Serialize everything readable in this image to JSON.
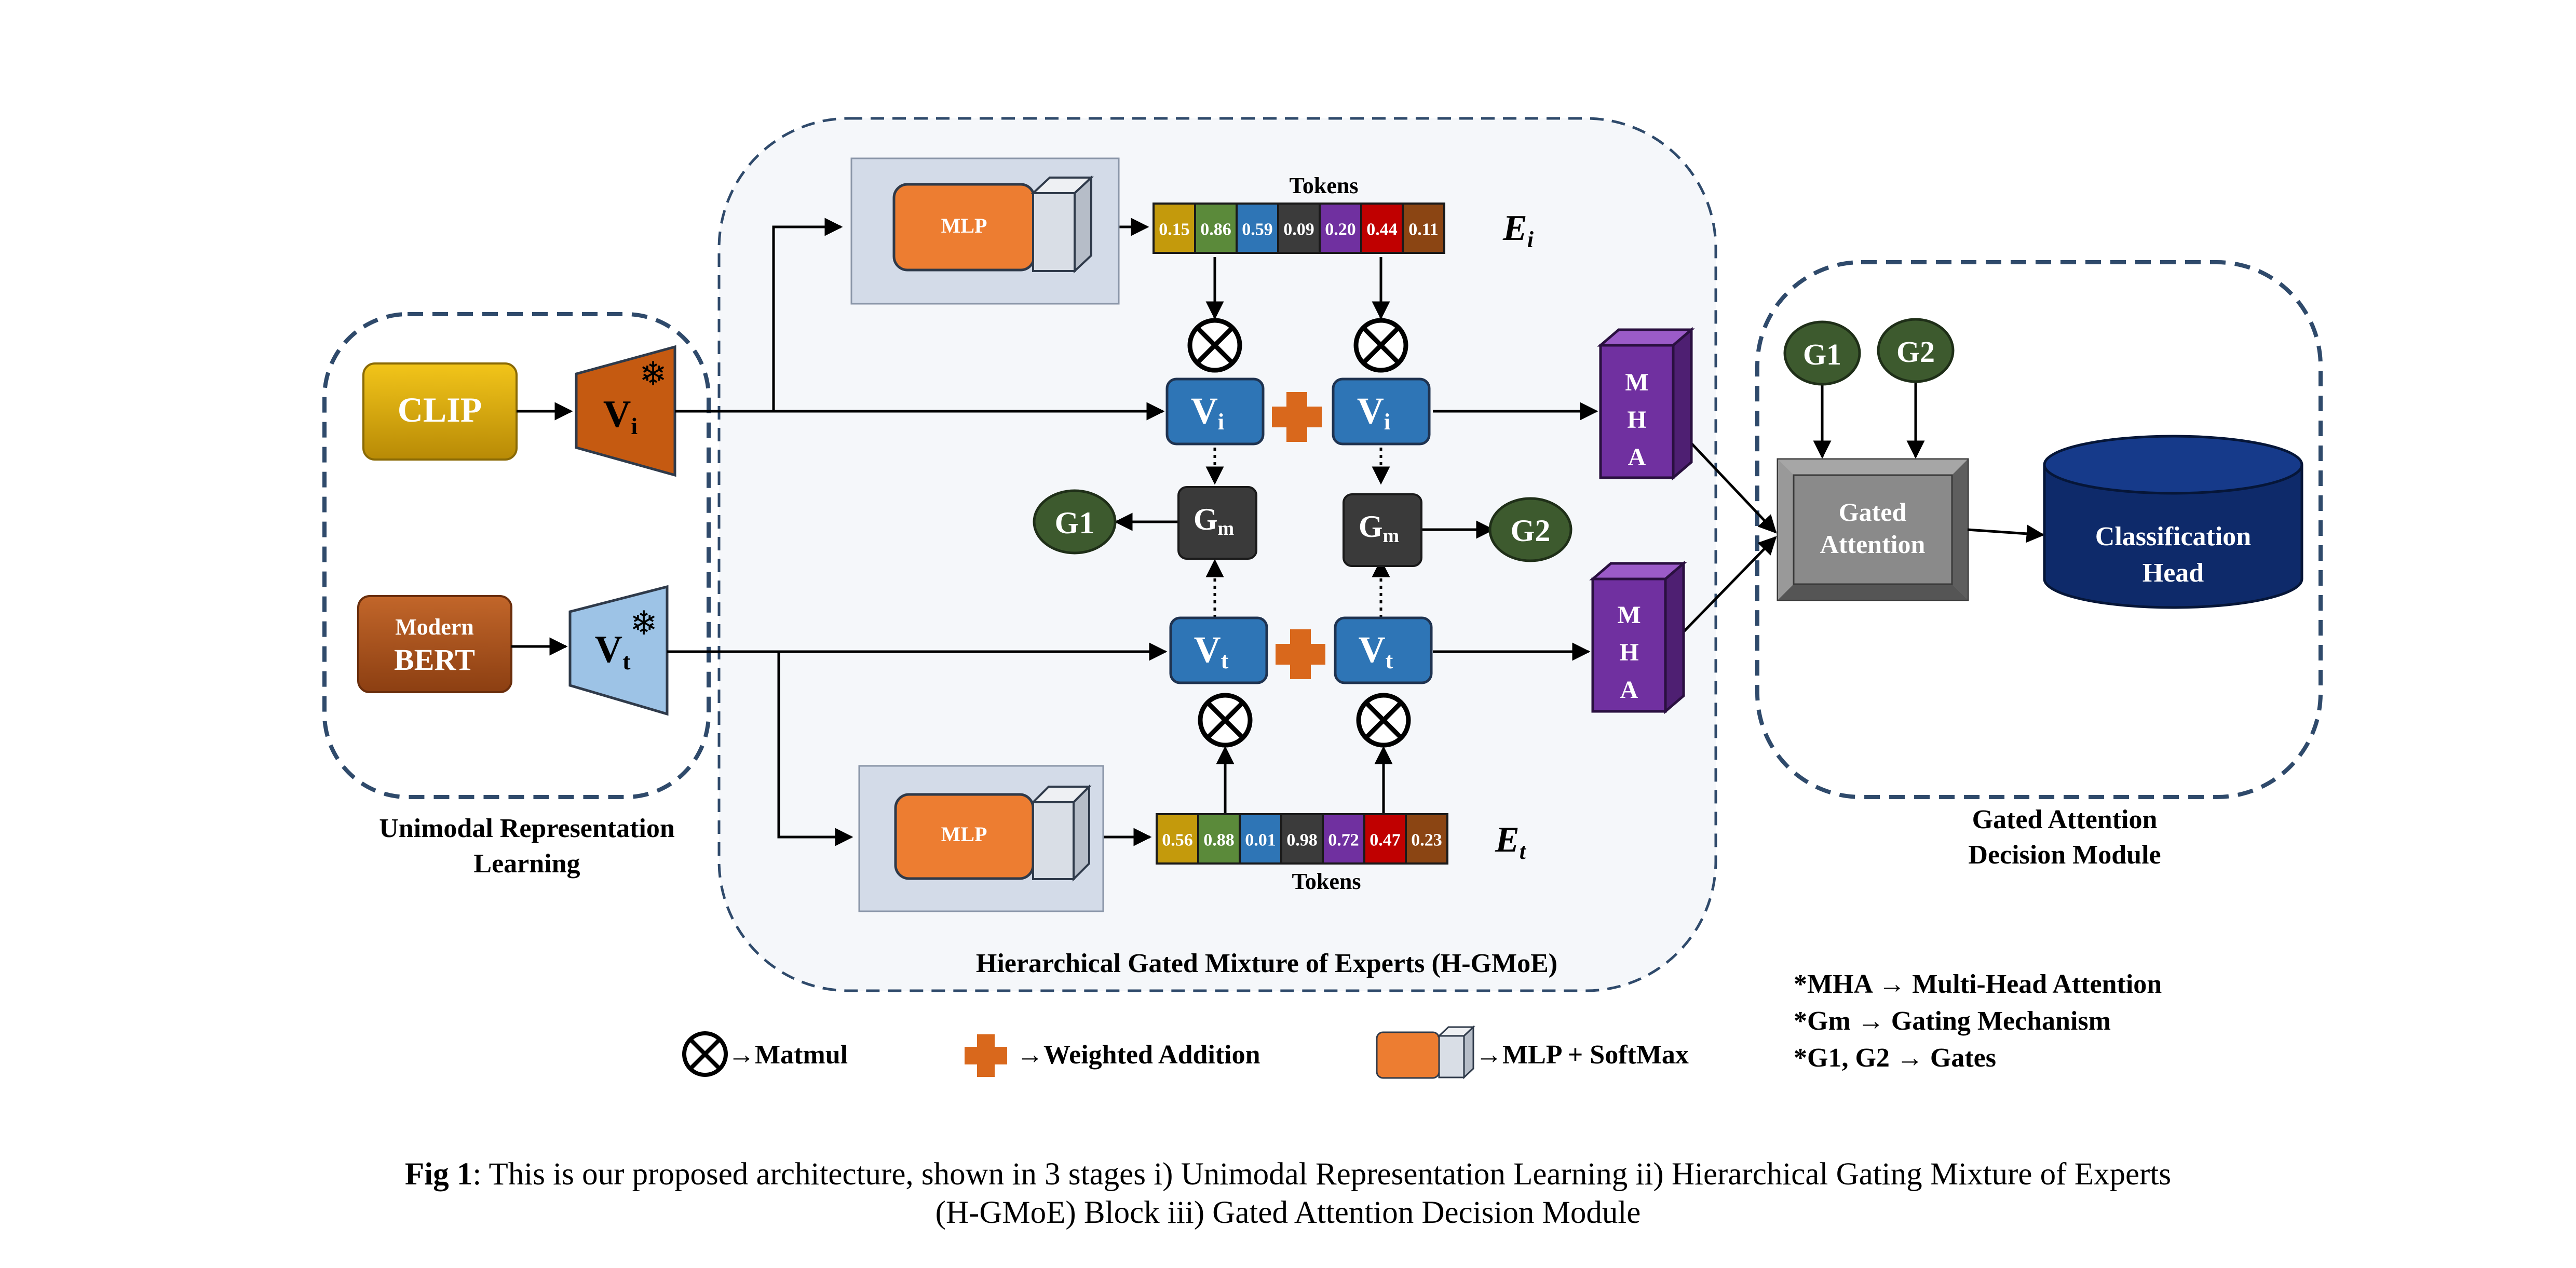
{
  "unimodal": {
    "clip_label": "CLIP",
    "vi_label": "V",
    "vi_sub": "i",
    "bert_line1": "Modern",
    "bert_line2": "BERT",
    "vt_label": "V",
    "vt_sub": "t",
    "frozen_glyph": "❄",
    "title_line1": "Unimodal Representation",
    "title_line2": "Learning"
  },
  "hgmoe": {
    "mlp_label": "MLP",
    "tokens_label": "Tokens",
    "ei_label": "E",
    "ei_sub": "i",
    "et_label": "E",
    "et_sub": "t",
    "tokens_top": [
      "0.15",
      "0.86",
      "0.59",
      "0.09",
      "0.20",
      "0.44",
      "0.11"
    ],
    "tokens_bottom": [
      "0.56",
      "0.88",
      "0.01",
      "0.98",
      "0.72",
      "0.47",
      "0.23"
    ],
    "token_colors": [
      "#c49a0c",
      "#5b8a3a",
      "#2e75b6",
      "#3b3b3b",
      "#7030a0",
      "#c00000",
      "#8b4513"
    ],
    "vi_label": "V",
    "vi_sub": "i",
    "vt_label": "V",
    "vt_sub": "t",
    "gm_label": "G",
    "gm_sub": "m",
    "g1_label": "G1",
    "g2_label": "G2",
    "mha_letters": [
      "M",
      "H",
      "A"
    ],
    "title": "Hierarchical Gated Mixture of Experts (H-GMoE)"
  },
  "decision": {
    "g1_label": "G1",
    "g2_label": "G2",
    "gated_line1": "Gated",
    "gated_line2": "Attention",
    "head_line1": "Classification",
    "head_line2": "Head",
    "title_line1": "Gated Attention",
    "title_line2": "Decision Module"
  },
  "legend": {
    "matmul": "→Matmul",
    "weighted": "→Weighted Addition",
    "mlp_softmax": "→MLP + SoftMax",
    "notes": [
      "*MHA → Multi-Head Attention",
      "*Gm → Gating Mechanism",
      "*G1, G2 → Gates"
    ]
  },
  "caption": {
    "label": "Fig 1",
    "line1": ": This is our proposed architecture, shown in 3 stages i) Unimodal Representation Learning ii) Hierarchical Gating Mixture of Experts",
    "line2": "(H-GMoE) Block iii) Gated Attention Decision Module"
  },
  "colors": {
    "dash_border": "#2f4a6b",
    "panel_fill": "#f5f7fa",
    "mlp_panel": "#d3dbe8",
    "mlp_orange": "#ed7d31",
    "vi_blue": "#2e75b6",
    "gm_dark": "#3a3a3a",
    "gate_green": "#3d5a2e",
    "mha_purple": "#7030a0",
    "plus_orange": "#d9681c",
    "head_navy": "#0e2a6a"
  }
}
